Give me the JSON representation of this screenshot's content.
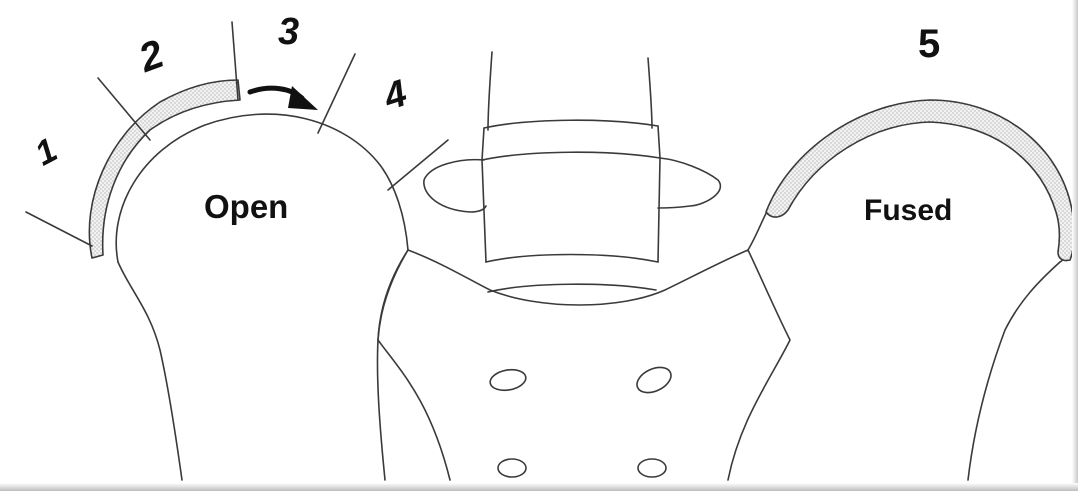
{
  "labels": {
    "zone_1": "1",
    "zone_2": "2",
    "zone_3": "3",
    "zone_4": "4",
    "stage_5": "5",
    "open": "Open",
    "fused": "Fused"
  },
  "colors": {
    "outline": "#3a3a3a",
    "text": "#111111",
    "apophysis_fill": "#e4e4e4",
    "arrow": "#111111"
  }
}
